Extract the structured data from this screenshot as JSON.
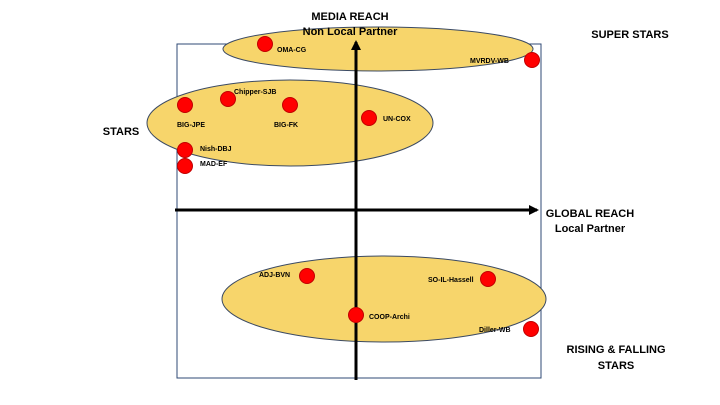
{
  "axes": {
    "vertical_title": "MEDIA REACH",
    "vertical_subtitle": "Non Local Partner",
    "horizontal_title": "GLOBAL REACH",
    "horizontal_subtitle": "Local Partner"
  },
  "groups": {
    "super_stars": "SUPER STARS",
    "stars": "STARS",
    "rising_falling_line1": "RISING & FALLING",
    "rising_falling_line2": "STARS"
  },
  "points": [
    "OMA-CG",
    "MVRDV-WB",
    "Chipper-SJB",
    "BIG-JPE",
    "BIG-FK",
    "UN-COX",
    "Nish-DBJ",
    "MAD-EF",
    "ADJ-BVN",
    "SO-IL-Hassell",
    "COOP-Archi",
    "Diller-WB"
  ],
  "colors": {
    "ellipse_fill": "#F7D56B",
    "ellipse_stroke": "#3B4A63",
    "dot_fill": "#FF0000",
    "dot_stroke": "#C00000",
    "frame": "#2F4A74",
    "axis": "#000000"
  }
}
